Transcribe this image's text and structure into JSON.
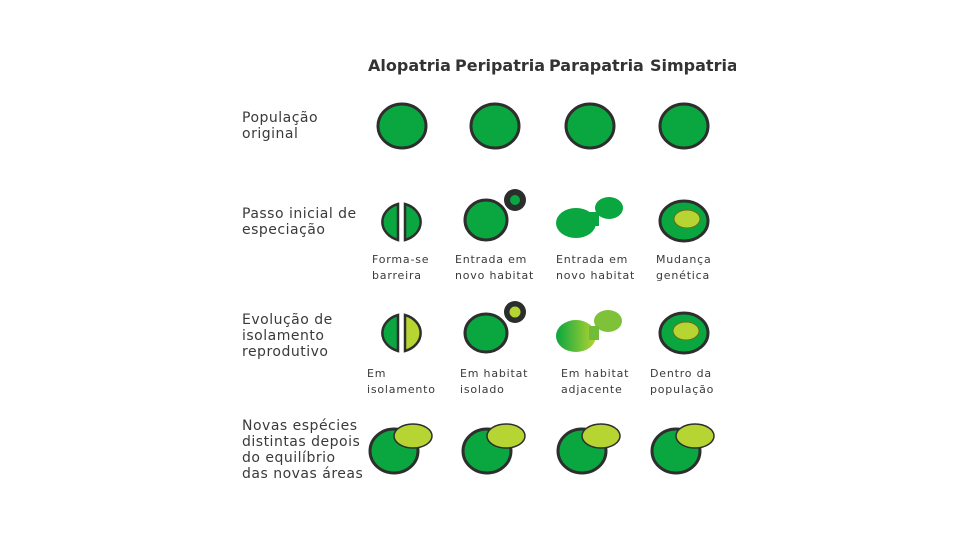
{
  "headers": [
    "Alopatria",
    "Peripatria",
    "Parapatria",
    "Simpatria"
  ],
  "rows": {
    "original": "População\noriginal",
    "initial": "Passo inicial de\nespeciação",
    "isolation": "Evolução de\nisolamento\nreprodutivo",
    "new_species": "Novas espécies\ndistintas depois\ndo equilíbrio\ndas novas áreas"
  },
  "captions_initial": [
    "Forma-se\nbarreira",
    "Entrada em\nnovo habitat",
    "Entrada em\nnovo habitat",
    "Mudança\ngenética"
  ],
  "captions_isolation": [
    "Em\nisolamento",
    "Em habitat\nisolado",
    "Em habitat\nadjacente",
    "Dentro da\npopulação"
  ],
  "colors": {
    "green": "#0aa63f",
    "lime": "#b6d432",
    "outline": "#333333"
  }
}
